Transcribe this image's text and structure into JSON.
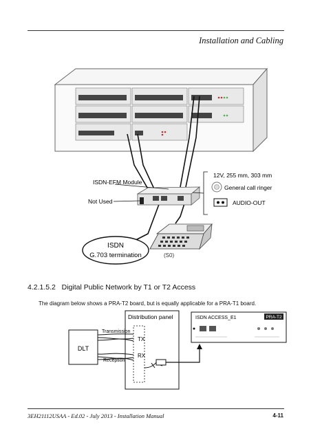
{
  "header": {
    "title": "Installation and Cabling"
  },
  "figure1": {
    "module_label": "ISDN-EFM Module",
    "power_label": "12V, 255 mm, 303 mm",
    "ringer_label": "General call ringer",
    "audio_label": "AUDIO-OUT",
    "not_used_label": "Not Used",
    "isdn_label": "ISDN",
    "g703_label": "G.703 termination",
    "s0_label": "(S0)"
  },
  "section": {
    "number": "4.2.1.5.2",
    "title": "Digital Public Network by T1 or T2 Access",
    "description": "The diagram below shows a PRA-T2 board, but is equally applicable for a PRA-T1 board."
  },
  "figure2": {
    "distribution_panel": "Distribution panel",
    "tx": "TX",
    "rx": "RX",
    "transmission": "Transmission",
    "reception": "Reception",
    "dlt": "DLT",
    "board_title": "ISDN ACCESS_E1",
    "board_badge": "PRA-T2"
  },
  "footer": {
    "left": "3EH21112USAA - Ed.02 - July 2013 - Installation Manual",
    "page": "4-11"
  }
}
